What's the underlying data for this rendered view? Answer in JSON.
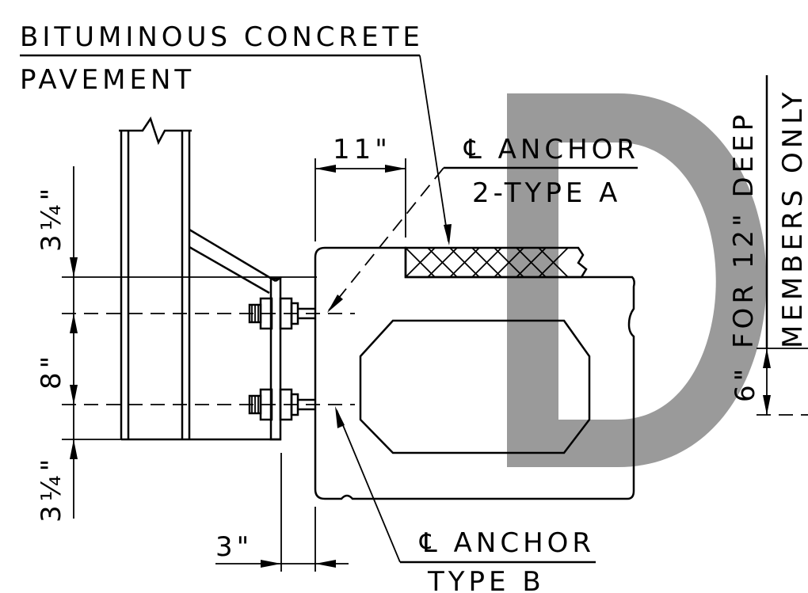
{
  "watermark": {
    "letter": "D",
    "color": "#9a9a9a"
  },
  "labels": {
    "pavement_line1": "BITUMINOUS CONCRETE",
    "pavement_line2": "PAVEMENT",
    "dim_11": "11\"",
    "anchor_top_line1": "℄ ANCHOR",
    "anchor_top_line2": "2-TYPE A",
    "dim_top_3_1_4": "3¼\"",
    "dim_8": "8\"",
    "dim_bottom_3_1_4": "3¼\"",
    "dim_3": "3\"",
    "anchor_bottom_line1": "℄ ANCHOR",
    "anchor_bottom_line2": "TYPE B",
    "deep_note_line1": "FOR 12\" DEEP",
    "deep_note_line2": "MEMBERS ONLY",
    "dim_6": "6\""
  }
}
